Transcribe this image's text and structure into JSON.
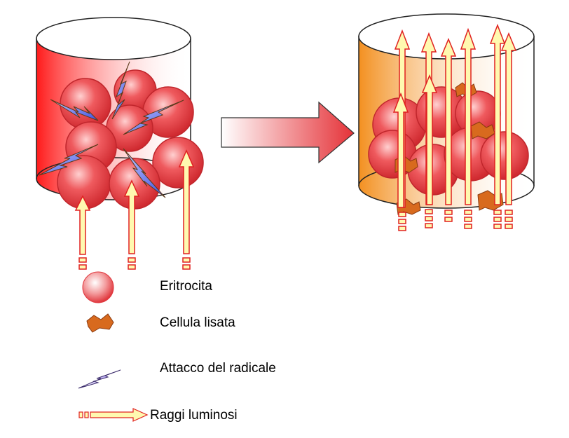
{
  "legend": {
    "erythrocyte": "Eritrocita",
    "lysed_cell": "Cellula  lisata",
    "radical_attack": "Attacco  del radicale",
    "light_rays": "Raggi luminosi"
  },
  "colors": {
    "cell_red": "#e8474b",
    "cell_outline": "#c0262c",
    "container_left": "#ff2020",
    "container_right": "#f28a1c",
    "lysed": "#d86a1e",
    "bolt": "#5a6cf0",
    "ray_fill": "#fff9b0",
    "ray_outline": "#e02020"
  },
  "icons": [
    "erythrocyte-icon",
    "lysed-cell-icon",
    "radical-bolt-icon",
    "light-ray-icon",
    "process-arrow-icon"
  ]
}
